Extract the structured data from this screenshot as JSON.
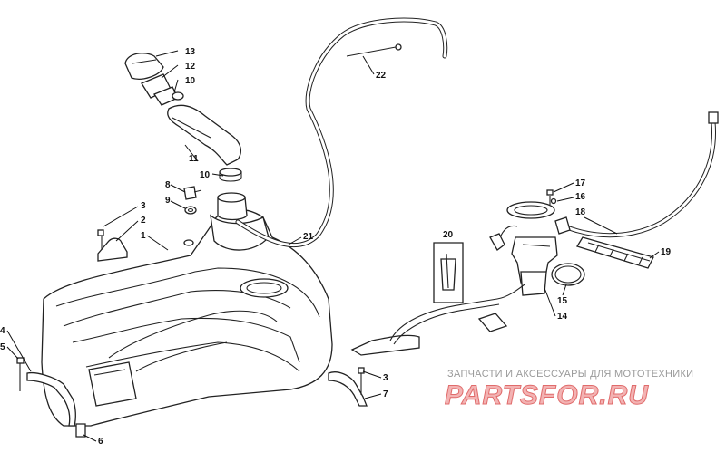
{
  "callouts": {
    "c1": "1",
    "c2": "2",
    "c3a": "3",
    "c3b": "3",
    "c4": "4",
    "c5": "5",
    "c6": "6",
    "c7": "7",
    "c8": "8",
    "c9": "9",
    "c10a": "10",
    "c10b": "10",
    "c11": "11",
    "c12": "12",
    "c13": "13",
    "c14": "14",
    "c15": "15",
    "c16": "16",
    "c17": "17",
    "c18": "18",
    "c19": "19",
    "c20": "20",
    "c21": "21",
    "c22": "22"
  },
  "watermark": {
    "tagline": "ЗАПЧАСТИ И АКСЕССУАРЫ ДЛЯ МОТОТЕХНИКИ",
    "logo": "PARTSFOR.RU",
    "logo_color": "#e06b6b"
  }
}
